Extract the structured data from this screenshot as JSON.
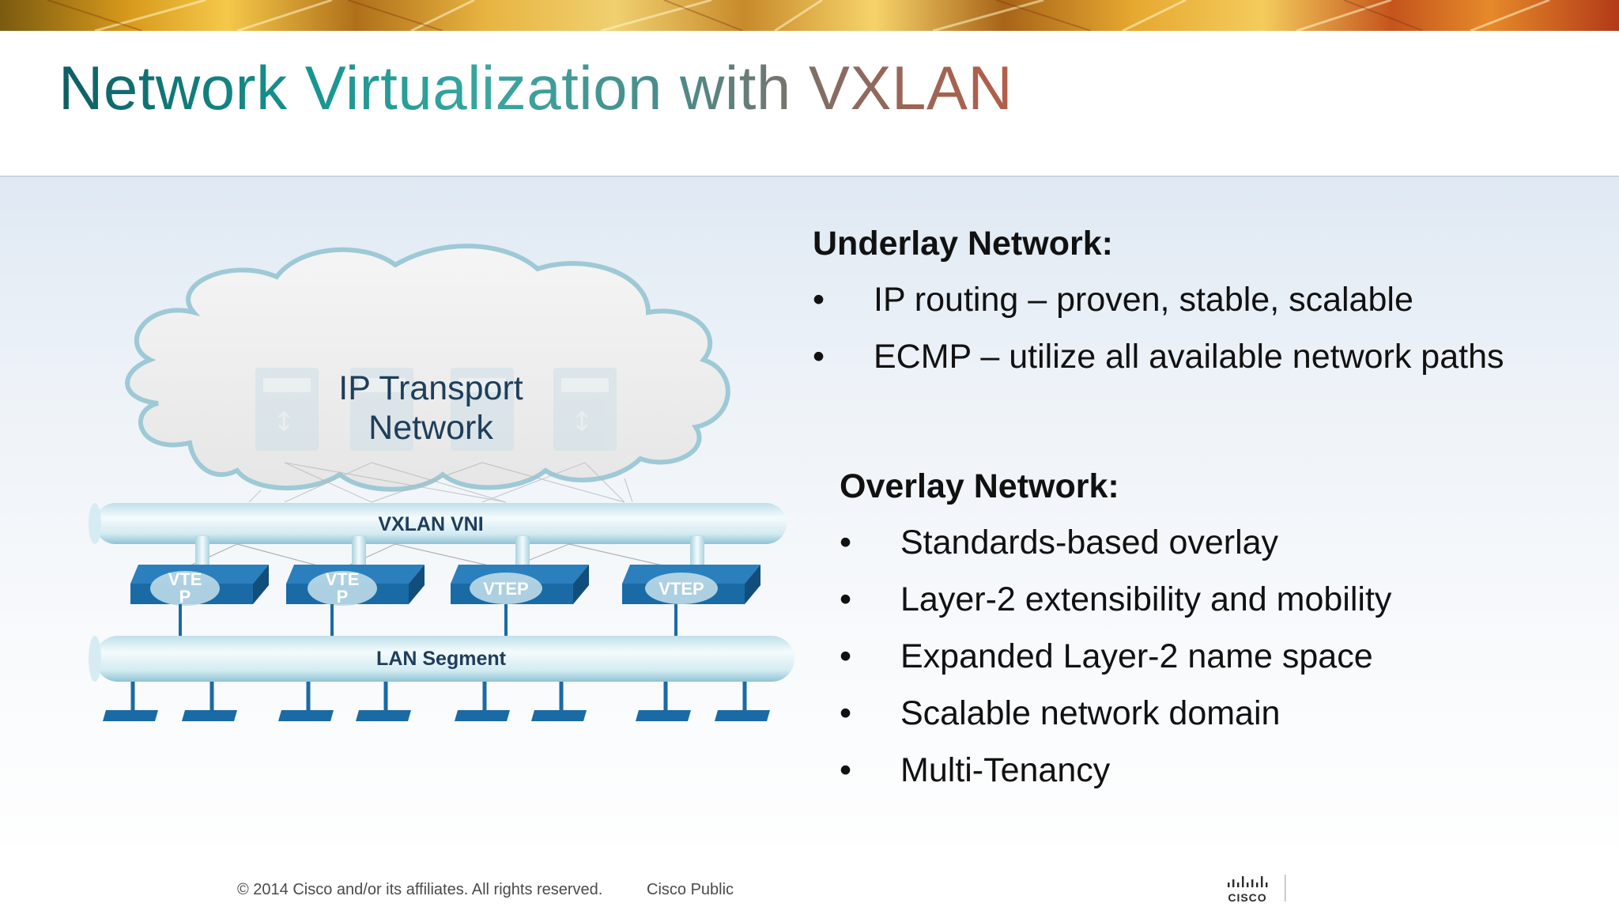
{
  "slide": {
    "title": "Network Virtualization with VXLAN"
  },
  "diagram": {
    "cloud_label_line1": "IP Transport",
    "cloud_label_line2": "Network",
    "vni_pipe_label": "VXLAN VNI",
    "lan_pipe_label": "LAN Segment",
    "vtep_labels": [
      "VTE\nP",
      "VTE\nP",
      "VTEP",
      "VTEP"
    ],
    "vtep_label_1a": "VTE",
    "vtep_label_1b": "P",
    "vtep_label_2a": "VTE",
    "vtep_label_2b": "P",
    "vtep_label_3": "VTEP",
    "vtep_label_4": "VTEP",
    "colors": {
      "device_blue": "#1a6aa6",
      "pipe_light": "#e8f4f8",
      "pipe_mid": "#a9d2df",
      "cloud_fill": "#eeeeee",
      "cloud_stroke": "#9ec9d6"
    },
    "icons": [
      "cloud-icon",
      "router-icon",
      "switch-icon",
      "host-icon"
    ]
  },
  "underlay": {
    "heading": "Underlay Network:",
    "bullet_glyph": "•",
    "items": [
      "IP routing – proven, stable, scalable",
      "ECMP – utilize all available network paths"
    ]
  },
  "overlay": {
    "heading": "Overlay Network:",
    "bullet_glyph": "•",
    "items": [
      "Standards-based overlay",
      "Layer-2 extensibility and mobility",
      "Expanded Layer-2 name space",
      "Scalable network domain",
      "Multi-Tenancy"
    ]
  },
  "footer": {
    "copyright": "© 2014 Cisco and/or its affiliates. All rights reserved.",
    "classification": "Cisco Public",
    "logo_text": "CISCO"
  }
}
